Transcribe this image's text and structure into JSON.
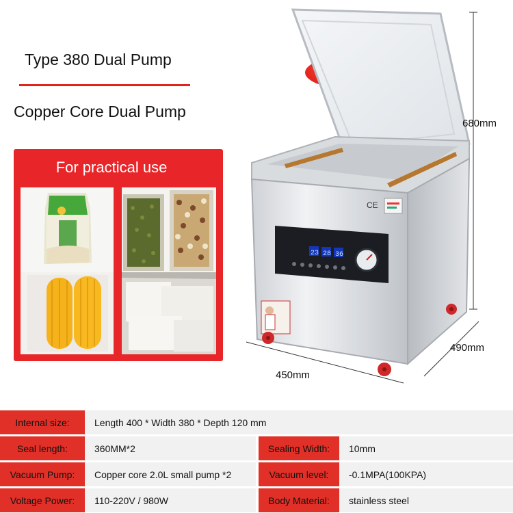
{
  "headline": {
    "model": "Type 380 Dual Pump",
    "subtitle": "Copper Core Dual Pump"
  },
  "uses_panel": {
    "title": "For practical use",
    "items": [
      "rice-bag",
      "beans",
      "corn",
      "flour"
    ]
  },
  "product": {
    "panel_display": [
      "23",
      "28",
      "36"
    ],
    "badge": "CE"
  },
  "dimensions": {
    "height": "680mm",
    "depth": "490mm",
    "width": "450mm"
  },
  "specs": {
    "internal_size": {
      "label": "Internal size:",
      "value": "Length 400 * Width 380 * Depth 120 mm"
    },
    "seal_length": {
      "label": "Seal length:",
      "value": "360MM*2"
    },
    "sealing_width": {
      "label": "Sealing Width:",
      "value": "10mm"
    },
    "vacuum_pump": {
      "label": "Vacuum Pump:",
      "value": "Copper core 2.0L small pump *2"
    },
    "vacuum_level": {
      "label": "Vacuum level:",
      "value": "-0.1MPA(100KPA)"
    },
    "voltage_power": {
      "label": "Voltage Power:",
      "value": "110-220V / 980W"
    },
    "body_material": {
      "label": "Body Material:",
      "value": "stainless steel"
    }
  },
  "colors": {
    "accent_red": "#e03027",
    "row_gray": "#f1f1f1"
  }
}
